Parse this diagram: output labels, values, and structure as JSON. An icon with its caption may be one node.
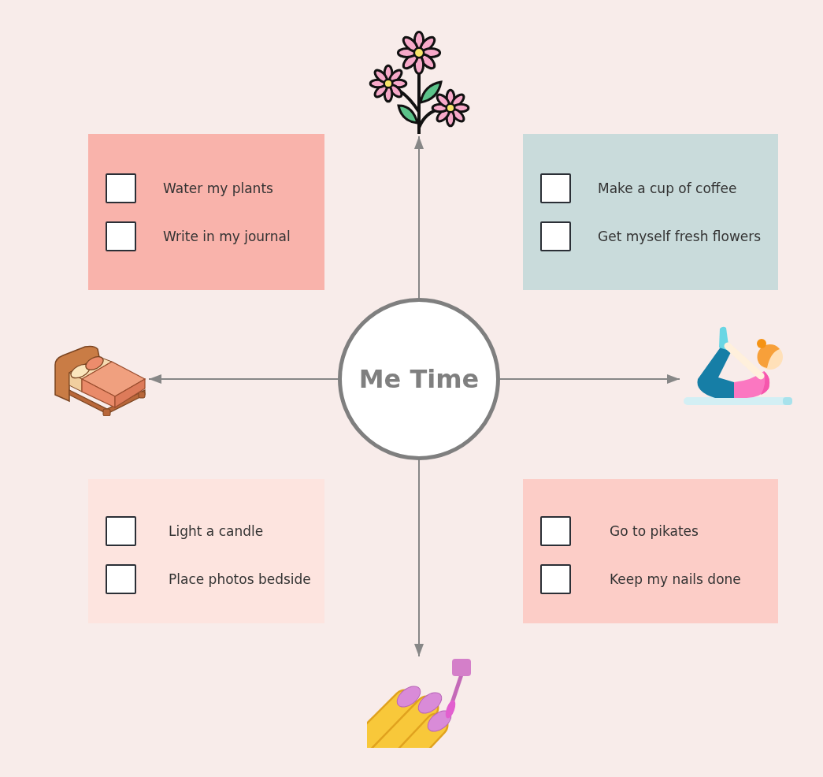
{
  "diagram": {
    "nodes": [
      {
        "text": [],
        "shape": "picture"
      },
      {
        "text": [
          "Water my plants",
          "Write in my journal"
        ]
      },
      {
        "text": [
          "Make a cup of coffee",
          "Get myself fresh flowers"
        ]
      },
      {
        "text": [],
        "shape": "picture"
      },
      {
        "text": [
          "Me Time"
        ]
      },
      {
        "text": [],
        "shape": "picture"
      },
      {
        "text": [
          "Light a candle",
          "Place photos bedside"
        ]
      },
      {
        "text": [
          "Go to pikates",
          "Keep my nails done"
        ]
      },
      {
        "text": [],
        "shape": "picture"
      }
    ],
    "edges": [
      {
        "from": 4,
        "to": 0,
        "arrow": "to"
      },
      {
        "from": 4,
        "to": 3,
        "arrow": "to"
      },
      {
        "from": 4,
        "to": 5,
        "arrow": "to"
      },
      {
        "from": 4,
        "to": 8,
        "arrow": "to"
      }
    ]
  }
}
